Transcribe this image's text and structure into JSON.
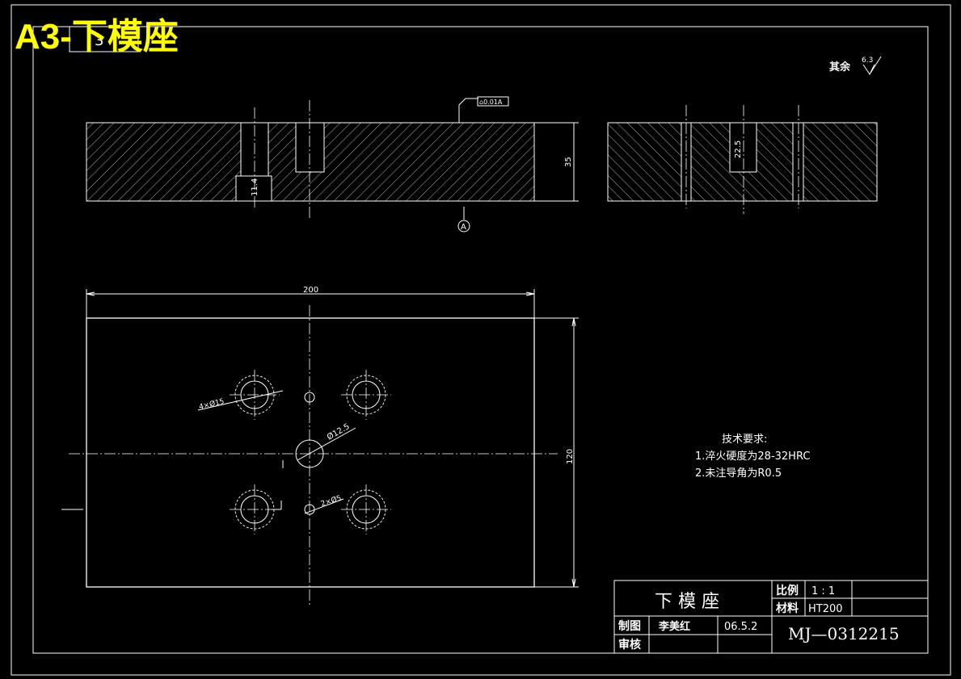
{
  "sheet_title": "A3-下模座",
  "sheet_number": "3",
  "roughness_note": {
    "label": "其余",
    "value": "6.3"
  },
  "flatness_callout": "⌂0.01A",
  "datum_label": "A",
  "dimensions": {
    "height_35": "35",
    "depth_11_4": "11.4",
    "depth_22_5": "22.5",
    "width_200": "200",
    "height_120": "120",
    "holes_4x15": "4×Ø15",
    "center_hole": "Ø12.5",
    "holes_2x5": "2×Ø5"
  },
  "tech_requirements": {
    "title": "技术要求:",
    "items": [
      "1.淬火硬度为28-32HRC",
      "2.未注导角为R0.5"
    ]
  },
  "title_block": {
    "part_name": "下 模 座",
    "scale_label": "比例",
    "scale_value": "1 : 1",
    "material_label": "材料",
    "material_value": "HT200",
    "drawn_label": "制图",
    "drawn_by": "李美红",
    "drawn_date": "06.5.2",
    "check_label": "审核",
    "drawing_number": "MJ—0312215"
  }
}
